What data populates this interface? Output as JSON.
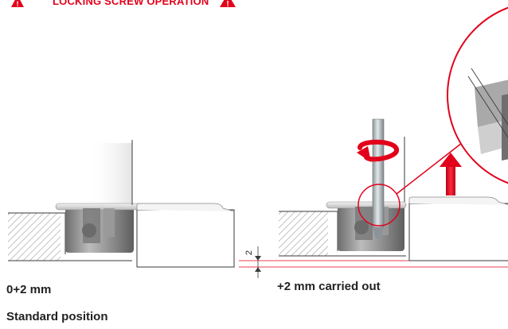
{
  "header": {
    "title": "LOCKING SCREW OPERATION"
  },
  "dimension": {
    "value_label": "2"
  },
  "captions": {
    "left_value": "0+2 mm",
    "left_label": "Standard position",
    "right_label": "+2 mm carried out"
  },
  "colors": {
    "accent": "#e2001a",
    "text": "#222222",
    "line": "#3a3a3a",
    "hatch": "#8c8c8c",
    "metal": "#8e8e8e"
  },
  "icons": {
    "warning": "warning-triangle-icon",
    "arrow": "arrow-up-icon",
    "rotation": "rotation-arrow-icon",
    "screwdriver": "screwdriver-icon"
  }
}
